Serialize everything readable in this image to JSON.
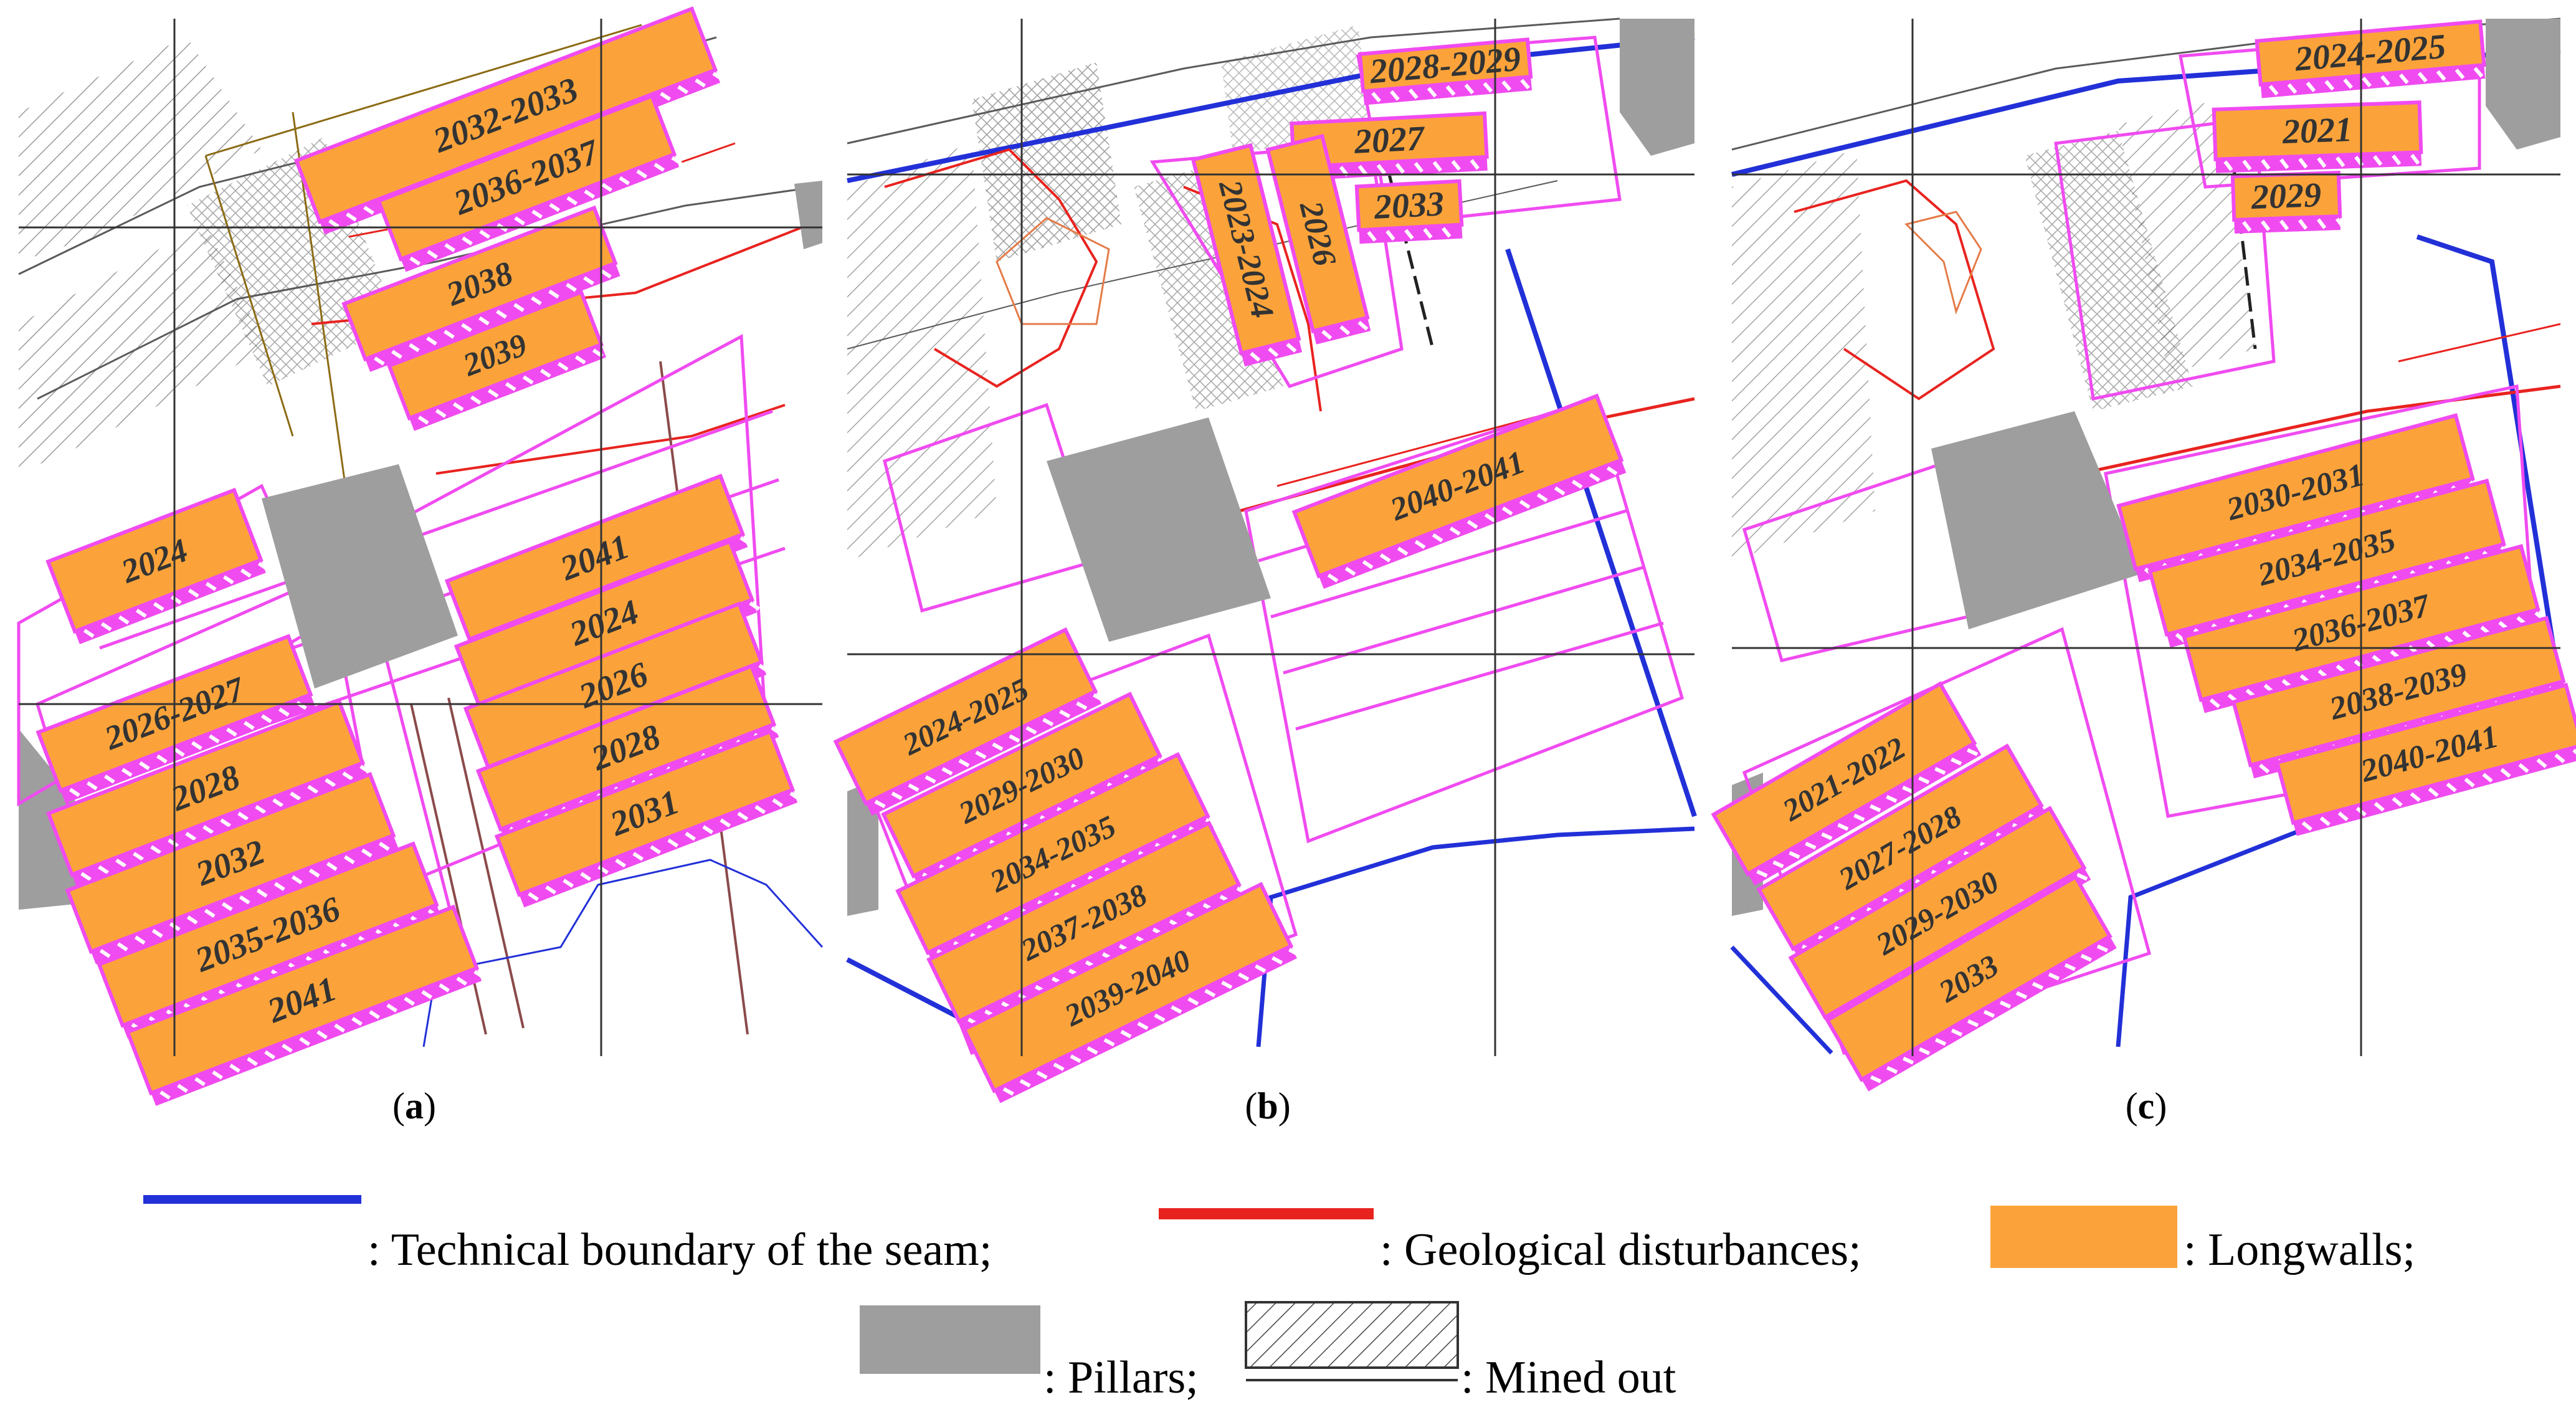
{
  "colors": {
    "longwall": "#FBA33A",
    "longwall_edge": "#F04BF0",
    "pillar": "#9E9E9E",
    "boundary": "#2230D8",
    "disturbance": "#E8231F",
    "workings": "#F04BF0",
    "drawing_lines": "#5A5A5A",
    "grid": "#333333"
  },
  "panels": [
    {
      "id": "a",
      "caption": {
        "open": "(",
        "letter": "a",
        "close": ")"
      },
      "longwalls": [
        {
          "label": "2032-2033"
        },
        {
          "label": "2036-2037"
        },
        {
          "label": "2038"
        },
        {
          "label": "2039"
        },
        {
          "label": "2024"
        },
        {
          "label": "2041"
        },
        {
          "label": "2024"
        },
        {
          "label": "2026"
        },
        {
          "label": "2028"
        },
        {
          "label": "2031"
        },
        {
          "label": "2026-2027"
        },
        {
          "label": "2028"
        },
        {
          "label": "2032"
        },
        {
          "label": "2035-2036"
        },
        {
          "label": "2041"
        }
      ]
    },
    {
      "id": "b",
      "caption": {
        "open": "(",
        "letter": "b",
        "close": ")"
      },
      "longwalls": [
        {
          "label": "2028-2029"
        },
        {
          "label": "2027"
        },
        {
          "label": "2033"
        },
        {
          "label": "2023-2024"
        },
        {
          "label": "2026"
        },
        {
          "label": "2040-2041"
        },
        {
          "label": "2024-2025"
        },
        {
          "label": "2029-2030"
        },
        {
          "label": "2034-2035"
        },
        {
          "label": "2037-2038"
        },
        {
          "label": "2039-2040"
        }
      ]
    },
    {
      "id": "c",
      "caption": {
        "open": "(",
        "letter": "c",
        "close": ")"
      },
      "longwalls": [
        {
          "label": "2024-2025"
        },
        {
          "label": "2021"
        },
        {
          "label": "2029"
        },
        {
          "label": "2030-2031"
        },
        {
          "label": "2034-2035"
        },
        {
          "label": "2036-2037"
        },
        {
          "label": "2038-2039"
        },
        {
          "label": "2040-2041"
        },
        {
          "label": "2021-2022"
        },
        {
          "label": "2027-2028"
        },
        {
          "label": "2029-2030"
        },
        {
          "label": "2033"
        }
      ]
    }
  ],
  "legend": {
    "items": [
      {
        "symbol": "blue-line",
        "text": ": Technical boundary of the seam;"
      },
      {
        "symbol": "red-line",
        "text": ": Geological disturbances;"
      },
      {
        "symbol": "orange-rect",
        "text": ": Longwalls;"
      },
      {
        "symbol": "gray-rect",
        "text": ": Pillars;"
      },
      {
        "symbol": "hatch-rect",
        "text": ": Mined out"
      }
    ]
  }
}
